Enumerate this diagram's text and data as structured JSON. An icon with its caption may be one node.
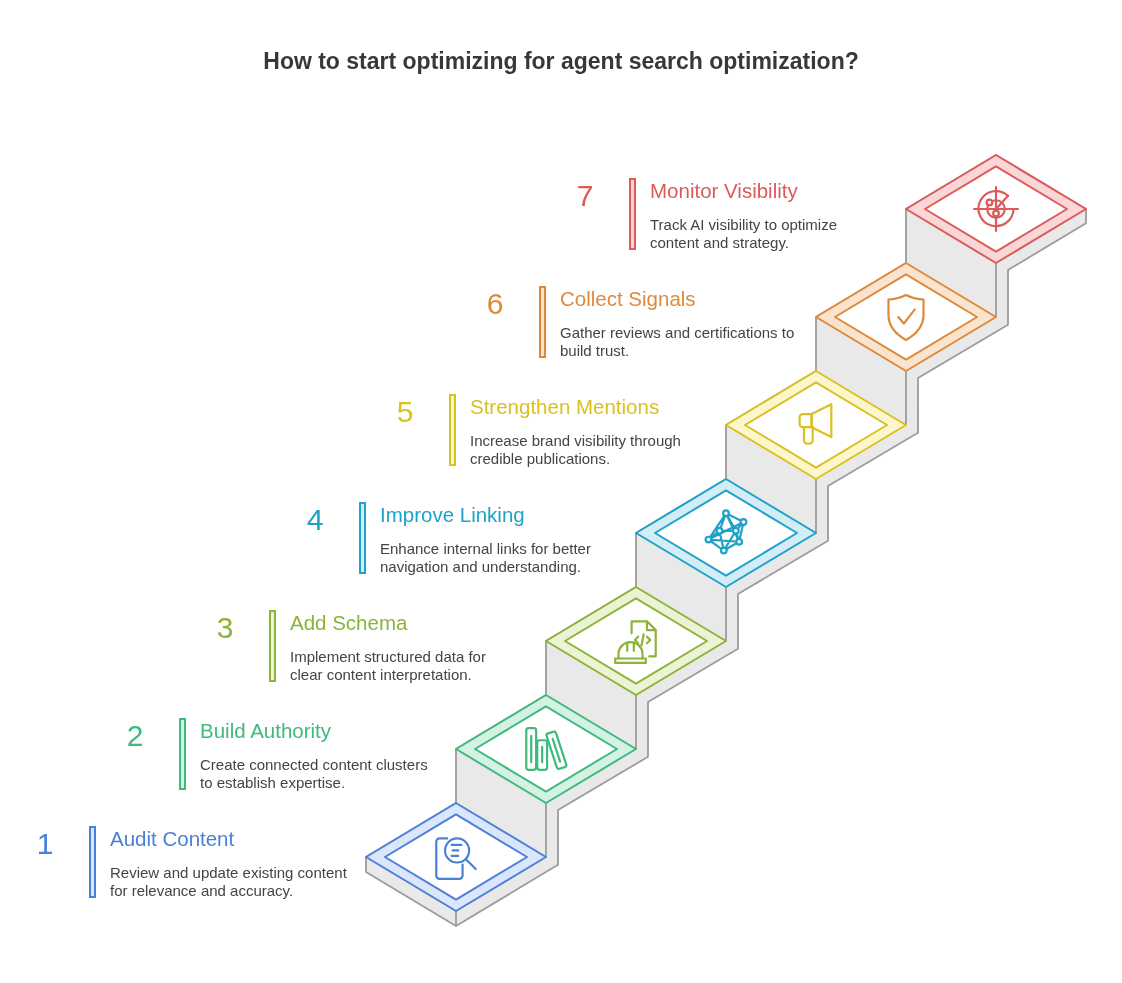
{
  "diagram": {
    "title": "How to start optimizing for agent search optimization?",
    "labels": [
      "7",
      "Monitor Visibility",
      "Track AI visibility to optimize content and strategy.",
      "6",
      "Collect Signals",
      "Gather reviews and certifications to build trust.",
      "5",
      "Strengthen Mentions",
      "Increase brand visibility through credible publications.",
      "4",
      "Improve Linking",
      "Enhance internal links for better navigation and understanding.",
      "3",
      "Add Schema",
      "Implement structured data for clear content interpretation.",
      "2",
      "Build Authority",
      "Create connected content clusters to establish expertise.",
      "1",
      "Audit Content",
      "Review and update existing content for relevance and accuracy."
    ]
  }
}
